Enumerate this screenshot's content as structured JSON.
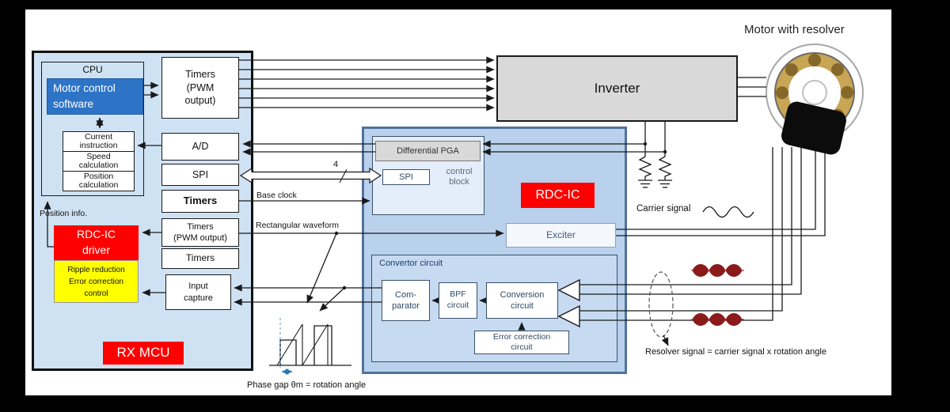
{
  "colors": {
    "accent_red": "#ff0000",
    "software_blue": "#2d74c7",
    "note_yellow": "#ffff00",
    "mcu_fill": "#cfe2f4",
    "rdc_fill": "#b9d1ec",
    "inverter_gray": "#d9d9d9",
    "signal_dark_red": "#8b1a1a"
  },
  "header": {
    "motor_title": "Motor with resolver"
  },
  "mcu": {
    "name": "RX MCU",
    "cpu_label": "CPU",
    "software_label": "Motor control\nsoftware",
    "calc_boxes": [
      "Current\ninstruction",
      "Speed\ncalculation",
      "Position\ncalculation"
    ],
    "position_info_label": "Position info.",
    "driver_label": "RDC-IC\ndriver",
    "driver_note": "Ripple reduction\nError correction\ncontrol",
    "peripherals": {
      "timers_pwm_top": "Timers\n(PWM\noutput)",
      "adc": "A/D",
      "spi": "SPI",
      "timers_base": "Timers",
      "timers_pwm_mid": "Timers\n(PWM output)",
      "timers_plain": "Timers",
      "input_capture": "Input\ncapture"
    }
  },
  "rdc": {
    "name": "RDC-IC",
    "diff_pga": "Differential PGA",
    "spi": "SPI",
    "control_block": "control\nblock",
    "exciter": "Exciter",
    "convertor_label": "Convertor circuit",
    "comparator": "Com-\nparator",
    "bpf": "BPF\ncircuit",
    "conversion": "Conversion\ncircuit",
    "error_correction": "Error correction\ncircuit"
  },
  "inverter_label": "Inverter",
  "annotations": {
    "spi_bus_width": "4",
    "base_clock": "Base clock",
    "rect_waveform": "Rectangular waveform",
    "carrier_signal": "Carrier signal",
    "resolver_equation": "Resolver signal = carrier signal x rotation angle",
    "phase_gap": "Phase gap θm = rotation angle"
  }
}
